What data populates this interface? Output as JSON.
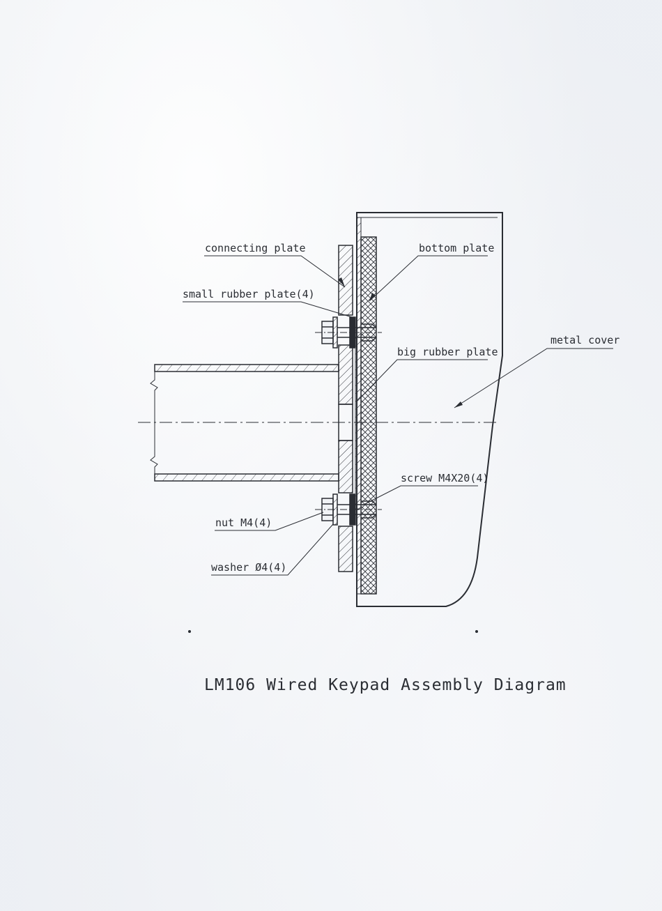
{
  "title": "LM106 Wired Keypad Assembly Diagram",
  "labels": {
    "connecting_plate": "connecting plate",
    "bottom_plate": "bottom plate",
    "small_rubber_plate": "small rubber plate(4)",
    "big_rubber_plate": "big rubber plate",
    "metal_cover": "metal cover",
    "screw": "screw M4X20(4)",
    "nut": "nut M4(4)",
    "washer": "washer Ø4(4)"
  },
  "colors": {
    "ink": "#2a2d33",
    "paper": "#f1f3f6"
  }
}
